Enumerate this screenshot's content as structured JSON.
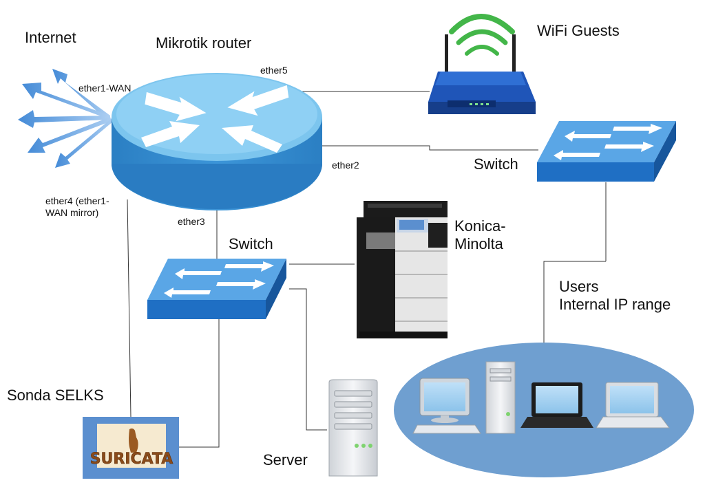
{
  "labels": {
    "internet": "Internet",
    "router": "Mikrotik router",
    "ether1": "ether1-WAN",
    "ether5": "ether5",
    "ether2": "ether2",
    "ether3": "ether3",
    "ether4": "ether4 (ether1-\nWAN mirror)",
    "wifi": "WiFi Guests",
    "switch_right": "Switch",
    "switch_center": "Switch",
    "printer": "Konica-\nMinolta",
    "users": "Users\nInternal IP range",
    "sonda": "Sonda SELKS",
    "server": "Server",
    "suricata_logo": "SURICATA"
  },
  "colors": {
    "router_top": "#7fc6ee",
    "router_side": "#2f86c9",
    "switch_top": "#5aa6e6",
    "switch_front": "#1f6fc4",
    "users_cloud": "#6f9fd0",
    "suricata_box": "#5b8fcf",
    "suricata_bg": "#f4e6c8",
    "suricata_text": "#8a4b1a",
    "wifi_arc": "#3cb54a",
    "wifi_body": "#1f55b8",
    "link": "#333333"
  }
}
